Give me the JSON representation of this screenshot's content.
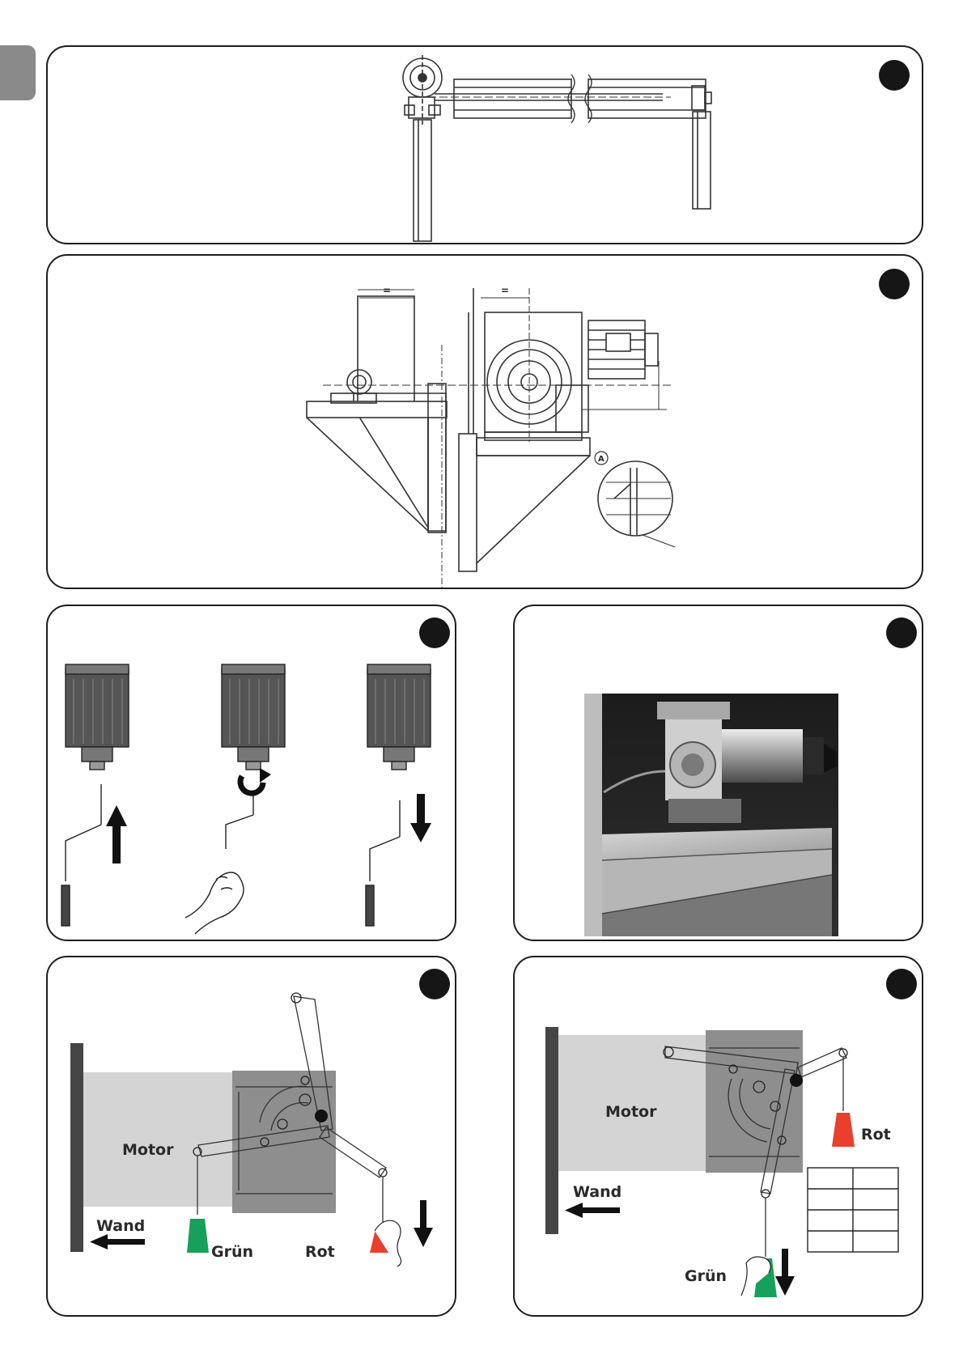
{
  "labels": {
    "motor": "Motor",
    "wand": "Wand",
    "gruen": "Grün",
    "rot": "Rot",
    "detail_marker": "A",
    "equal_mark": "="
  },
  "colors": {
    "tab_gray": "#8a8a8a",
    "badge": "#161616",
    "green_weight": "#17a05a",
    "red_weight": "#e8402c",
    "motor_area": "#d2d2d2",
    "gearbox": "#8e8e8e"
  },
  "icons": {
    "badge": "filled-circle",
    "arrow": "black-arrow"
  }
}
